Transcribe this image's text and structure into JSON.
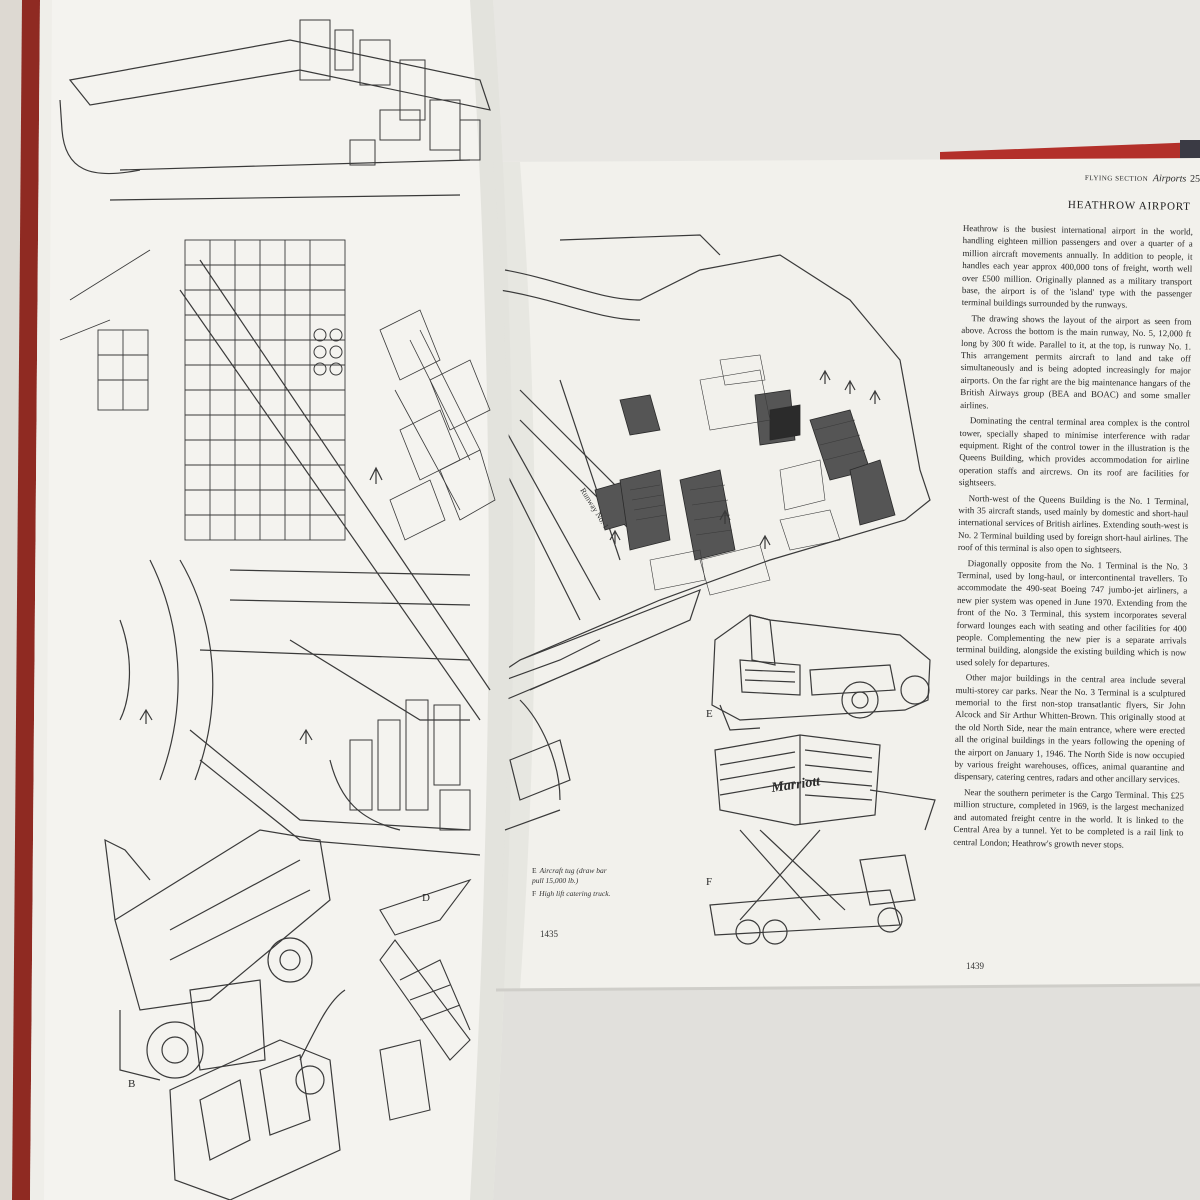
{
  "right_page": {
    "section_label": "FLYING SECTION",
    "header_title": "Airports",
    "header_number": "25",
    "article_title": "HEATHROW AIRPORT",
    "paragraphs": [
      "Heathrow is the busiest international airport in the world, handling eighteen million passengers and over a quarter of a million aircraft movements annually. In addition to people, it handles each year approx 400,000 tons of freight, worth well over £500 million. Originally planned as a military transport base, the airport is of the 'island' type with the passenger terminal buildings surrounded by the runways.",
      "The drawing shows the layout of the airport as seen from above. Across the bottom is the main runway, No. 5, 12,000 ft long by 300 ft wide. Parallel to it, at the top, is runway No. 1. This arrangement permits aircraft to land and take off simultaneously and is being adopted increasingly for major airports. On the far right are the big maintenance hangars of the British Airways group (BEA and BOAC) and some smaller airlines.",
      "Dominating the central terminal area complex is the control tower, specially shaped to minimise interference with radar equipment. Right of the control tower in the illustration is the Queens Building, which provides accommodation for airline operation staffs and aircrews. On its roof are facilities for sightseers.",
      "North-west of the Queens Building is the No. 1 Terminal, with 35 aircraft stands, used mainly by domestic and short-haul international services of British airlines. Extending south-west is No. 2 Terminal building used by foreign short-haul airlines. The roof of this terminal is also open to sightseers.",
      "Diagonally opposite from the No. 1 Terminal is the No. 3 Terminal, used by long-haul, or intercontinental travellers. To accommodate the 490-seat Boeing 747 jumbo-jet airliners, a new pier system was opened in June 1970. Extending from the front of the No. 3 Terminal, this system incorporates several forward lounges each with seating and other facilities for 400 people. Complementing the new pier is a separate arrivals terminal building, alongside the existing building which is now used solely for departures.",
      "Other major buildings in the central area include several multi-storey car parks. Near the No. 3 Terminal is a sculptured memorial to the first non-stop transatlantic flyers, Sir John Alcock and Sir Arthur Whitten-Brown. This originally stood at the old North Side, near the main entrance, where were erected all the original buildings in the years following the opening of the airport on January 1, 1946. The North Side is now occupied by various freight warehouses, offices, animal quarantine and dispensary, catering centres, radars and other ancillary services.",
      "Near the southern perimeter is the Cargo Terminal. This £25 million structure, completed in 1969, is the largest mechanized and automated freight centre in the world. It is linked to the Central Area by a tunnel. Yet to be completed is a rail link to central London; Heathrow's growth never stops."
    ],
    "page_number": "1439"
  },
  "left_page": {
    "page_number": "1435",
    "captions": [
      {
        "letter": "E",
        "text": "Aircraft tug (draw bar pull 15,000 lb.)"
      },
      {
        "letter": "F",
        "text": "High lift catering truck."
      }
    ]
  },
  "map_labels": {
    "runway": "Runway No. 1"
  },
  "figure_labels": {
    "e": "E",
    "f": "F",
    "b": "B",
    "d": "D"
  },
  "truck_sign": "Marriott"
}
